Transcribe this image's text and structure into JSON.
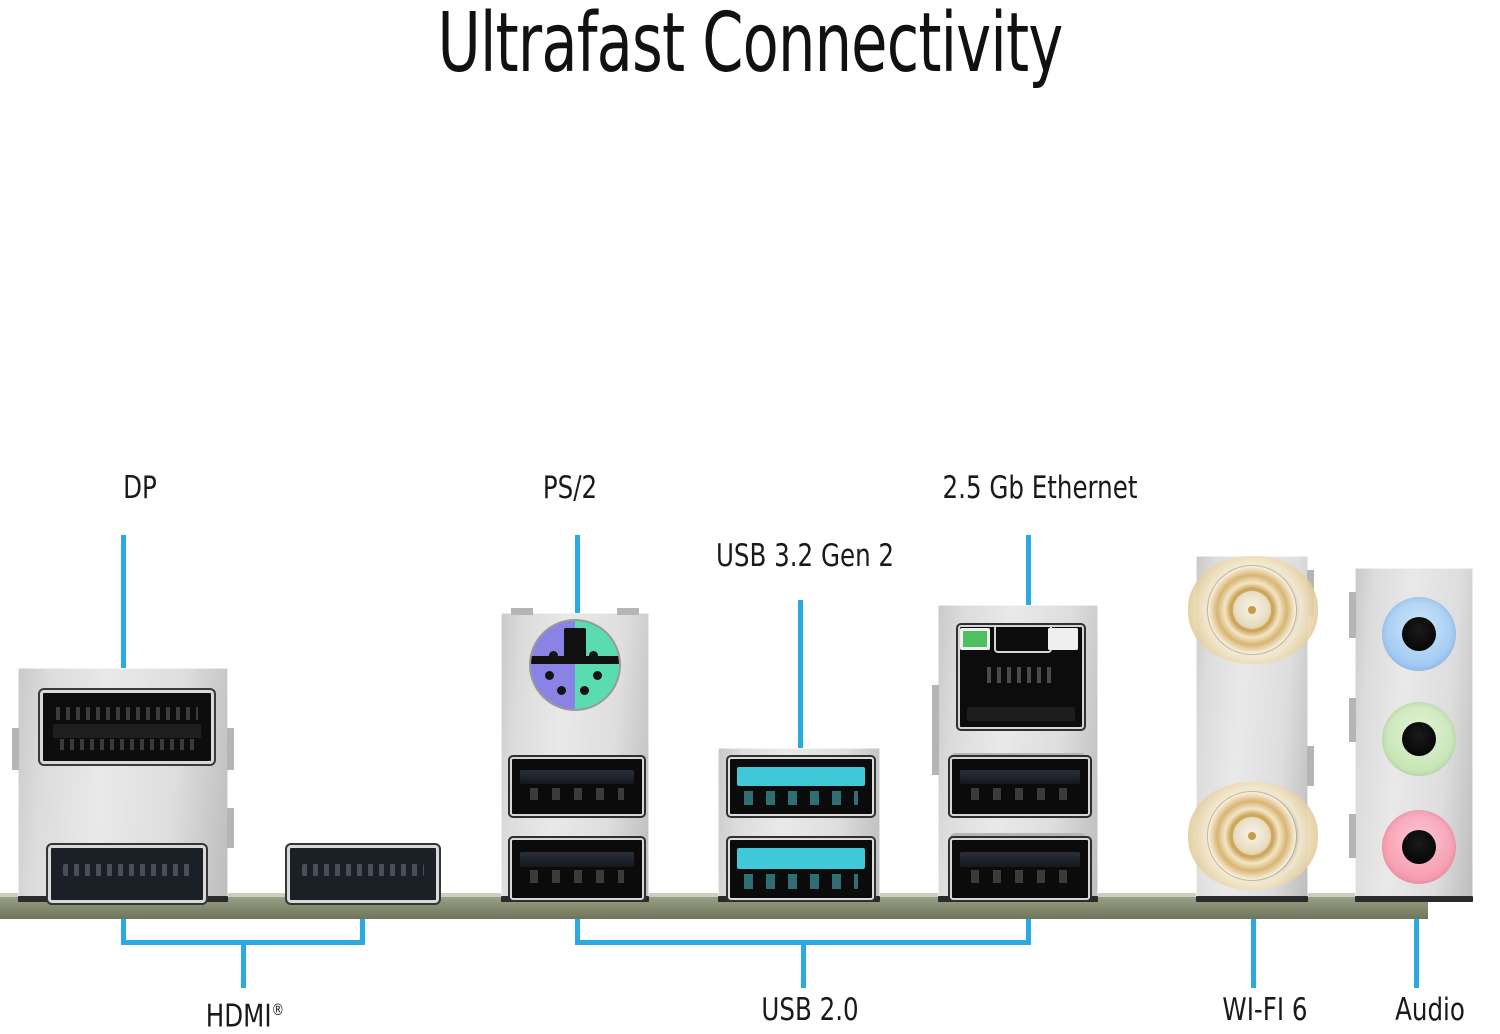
{
  "page": {
    "title": "Ultrafast Connectivity",
    "accent_color": "#29ABE2",
    "background_color": "#FFFFFF",
    "pcb_color": "#848B70"
  },
  "callouts": [
    {
      "id": "dp",
      "label": "DP",
      "position": "top"
    },
    {
      "id": "ps2",
      "label": "PS/2",
      "position": "top"
    },
    {
      "id": "usb32",
      "label": "USB 3.2 Gen 2",
      "position": "top"
    },
    {
      "id": "ethernet",
      "label": "2.5 Gb Ethernet",
      "position": "top"
    },
    {
      "id": "hdmi",
      "label": "HDMI",
      "label_sup": "®",
      "position": "bottom"
    },
    {
      "id": "usb20",
      "label": "USB 2.0",
      "position": "bottom"
    },
    {
      "id": "wifi",
      "label": "WI-FI 6",
      "position": "bottom"
    },
    {
      "id": "audio",
      "label": "Audio",
      "position": "bottom"
    }
  ],
  "io_blocks": [
    {
      "id": "display-block",
      "name": "DisplayPort and HDMI shield",
      "ports": [
        {
          "type": "displayport",
          "label": "DP"
        },
        {
          "type": "hdmi",
          "label": "HDMI"
        }
      ]
    },
    {
      "id": "hdmi-single-block",
      "name": "HDMI port",
      "ports": [
        {
          "type": "hdmi",
          "label": "HDMI"
        }
      ]
    },
    {
      "id": "ps2-usb-block",
      "name": "PS/2 combo and USB 2.0 shield",
      "ports": [
        {
          "type": "ps2-combo",
          "label": "PS/2",
          "colors": {
            "keyboard": "#8B82E6",
            "mouse": "#58DCB0"
          }
        },
        {
          "type": "usb2",
          "label": "USB 2.0"
        },
        {
          "type": "usb2",
          "label": "USB 2.0"
        }
      ]
    },
    {
      "id": "usb32-block",
      "name": "USB 3.2 Gen 2 ports",
      "ports": [
        {
          "type": "usb32",
          "label": "USB 3.2 Gen 2",
          "color": "#3EC8D8"
        },
        {
          "type": "usb32",
          "label": "USB 3.2 Gen 2",
          "color": "#3EC8D8"
        }
      ]
    },
    {
      "id": "lan-usb-block",
      "name": "2.5 Gb Ethernet and USB 2.0 shield",
      "ports": [
        {
          "type": "rj45",
          "label": "2.5 Gb Ethernet",
          "leds": [
            "#4FBF62",
            "#EFEFEF"
          ]
        },
        {
          "type": "usb2",
          "label": "USB 2.0"
        },
        {
          "type": "usb2",
          "label": "USB 2.0"
        }
      ]
    },
    {
      "id": "wifi-block",
      "name": "Wi-Fi 6 antenna connectors",
      "ports": [
        {
          "type": "sma",
          "label": "WI-FI 6"
        },
        {
          "type": "sma",
          "label": "WI-FI 6"
        }
      ]
    },
    {
      "id": "audio-block",
      "name": "Audio jacks",
      "ports": [
        {
          "type": "audio-jack",
          "label": "Line In",
          "color": "#9FC9F3"
        },
        {
          "type": "audio-jack",
          "label": "Line Out",
          "color": "#C6E5B4"
        },
        {
          "type": "audio-jack",
          "label": "Microphone",
          "color": "#F79BB0"
        }
      ]
    }
  ]
}
